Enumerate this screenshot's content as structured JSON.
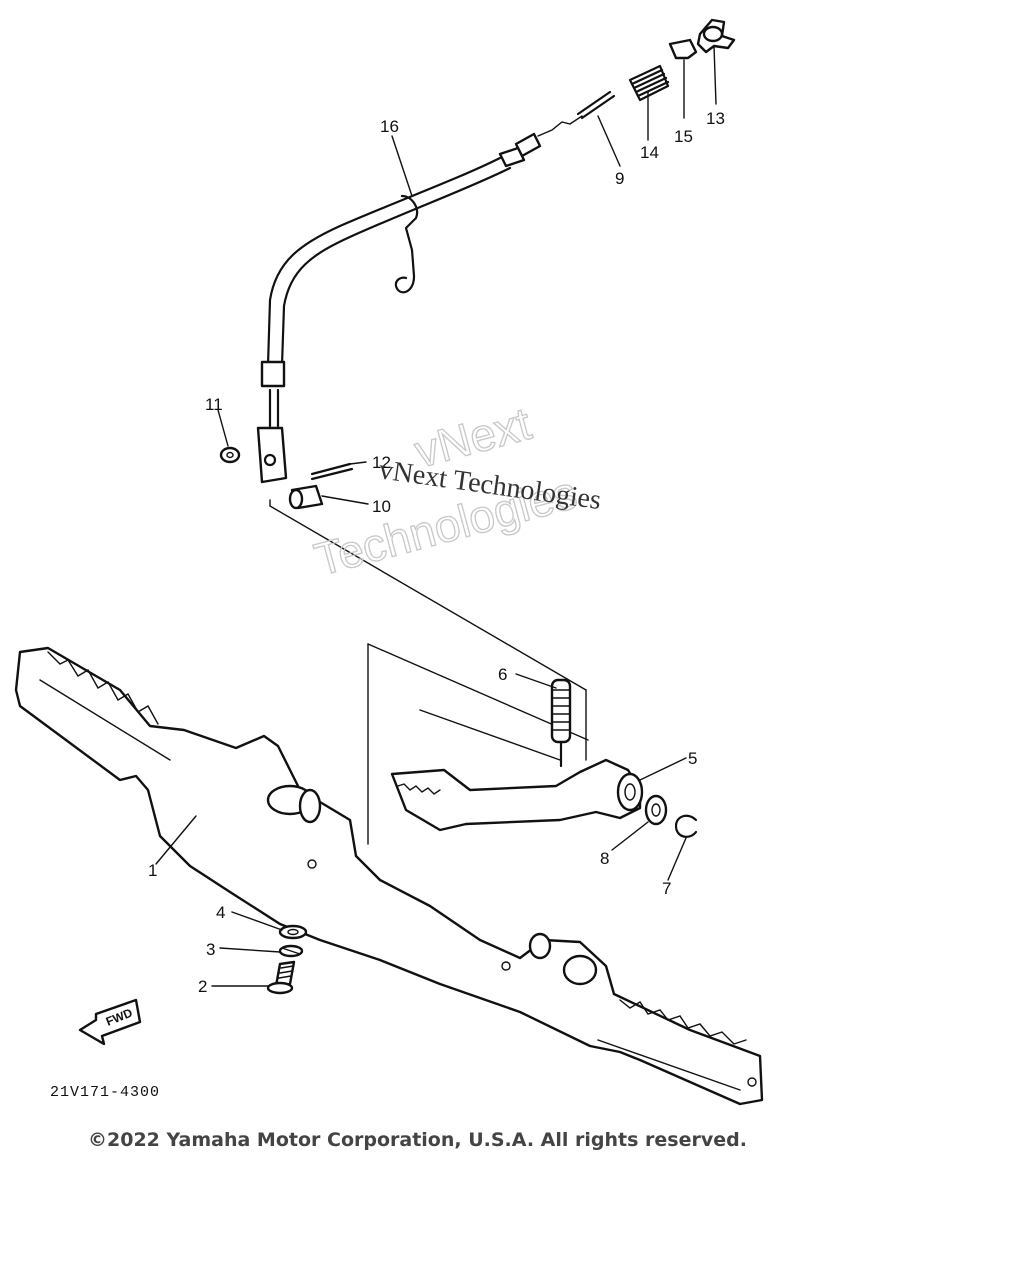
{
  "callouts": [
    "1",
    "2",
    "3",
    "4",
    "5",
    "6",
    "7",
    "8",
    "9",
    "10",
    "11",
    "12",
    "13",
    "14",
    "15",
    "16"
  ],
  "diagram_code": "21V171-4300",
  "watermark": {
    "outline_line1": "vNext",
    "outline_line2": "Technologies",
    "serif": "vNext Technologies"
  },
  "copyright": "©2022 Yamaha Motor Corporation, U.S.A. All rights reserved.",
  "fwd_label": "FWD"
}
